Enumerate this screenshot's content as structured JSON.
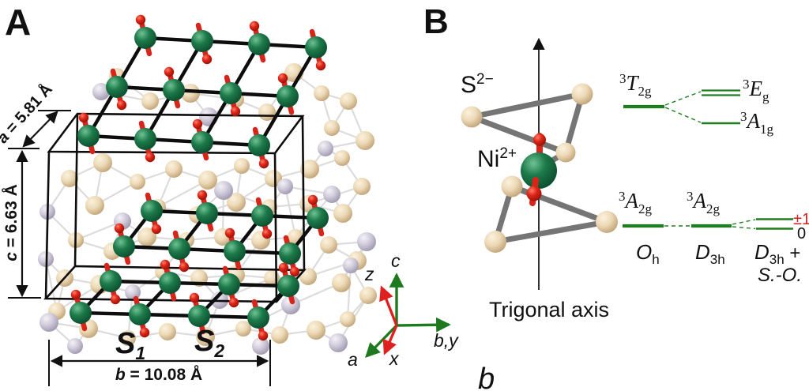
{
  "colors": {
    "level_green": "#1e7d1e",
    "accent_red": "#d51f1f",
    "site_red": "#c9201c",
    "axis_green": "#1f7a1f",
    "axis_red": "#e01f1f",
    "sphere_green": "#1d7a4a",
    "sphere_beige": "#ecd9b6",
    "sphere_gray": "#cfcad9",
    "sphere_red": "#df2616"
  },
  "panel_a": {
    "label": "A",
    "dim_a": {
      "letter": "a",
      "eq": " = 5.81 Å"
    },
    "dim_c": {
      "letter": "c",
      "eq": " = 6.63 Å"
    },
    "dim_b": {
      "letter": "b",
      "eq": " = 10.08 Å"
    },
    "sites": {
      "s1_base": "S",
      "s1_sub": "1",
      "s2_base": "S",
      "s2_sub": "2"
    },
    "axes": {
      "c": "c",
      "z": "z",
      "a": "a",
      "x": "x",
      "by": "b,y"
    }
  },
  "panel_b": {
    "label": "B",
    "sulfide": {
      "base": "S",
      "sup": "2−"
    },
    "nickel": {
      "base": "Ni",
      "sup": "2+"
    },
    "trigonal_axis": "Trigonal axis",
    "b_axis_label": "b",
    "levels": {
      "t2g": {
        "sup": "3",
        "letter": "T",
        "sub": "2g"
      },
      "eg": {
        "sup": "3",
        "letter": "E",
        "sub": "g"
      },
      "a1g": {
        "sup": "3",
        "letter": "A",
        "sub": "1g"
      },
      "a2g_oh": {
        "sup": "3",
        "letter": "A",
        "sub": "2g"
      },
      "a2g_d3h": {
        "sup": "3",
        "letter": "A",
        "sub": "2g"
      },
      "pm1": "±1",
      "zero": "0",
      "oh": {
        "letter": "O",
        "sub": "h"
      },
      "d3h": {
        "letter": "D",
        "sub": "3h"
      },
      "d3h_so_line1": {
        "letter": "D",
        "sub": "3h",
        "tail": " +"
      },
      "d3h_so_line2": "S.-O."
    }
  }
}
